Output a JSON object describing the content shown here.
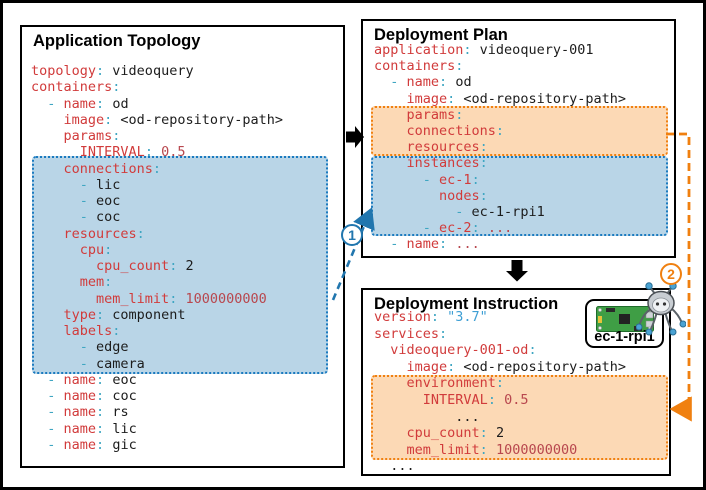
{
  "boxes": {
    "app_topology": {
      "title": "Application Topology",
      "code": [
        [
          [
            "k",
            "topology"
          ],
          [
            "p",
            ":"
          ],
          [
            "v",
            " videoquery"
          ]
        ],
        [
          [
            "k",
            "containers"
          ],
          [
            "p",
            ":"
          ]
        ],
        [
          [
            "v",
            "  "
          ],
          [
            "p",
            "- "
          ],
          [
            "k",
            "name"
          ],
          [
            "p",
            ":"
          ],
          [
            "v",
            " od"
          ]
        ],
        [
          [
            "v",
            "    "
          ],
          [
            "k",
            "image"
          ],
          [
            "p",
            ":"
          ],
          [
            "v",
            " <od-repository-path>"
          ]
        ],
        [
          [
            "v",
            "    "
          ],
          [
            "k",
            "params"
          ],
          [
            "p",
            ":"
          ]
        ],
        [
          [
            "v",
            "      "
          ],
          [
            "k",
            "INTERVAL"
          ],
          [
            "p",
            ":"
          ],
          [
            "n",
            " 0.5"
          ]
        ],
        [
          [
            "v",
            "    "
          ],
          [
            "k",
            "connections"
          ],
          [
            "p",
            ":"
          ]
        ],
        [
          [
            "v",
            "      "
          ],
          [
            "p",
            "- "
          ],
          [
            "v",
            "lic"
          ]
        ],
        [
          [
            "v",
            "      "
          ],
          [
            "p",
            "- "
          ],
          [
            "v",
            "eoc"
          ]
        ],
        [
          [
            "v",
            "      "
          ],
          [
            "p",
            "- "
          ],
          [
            "v",
            "coc"
          ]
        ],
        [
          [
            "v",
            "    "
          ],
          [
            "k",
            "resources"
          ],
          [
            "p",
            ":"
          ]
        ],
        [
          [
            "v",
            "      "
          ],
          [
            "k",
            "cpu"
          ],
          [
            "p",
            ":"
          ]
        ],
        [
          [
            "v",
            "        "
          ],
          [
            "k",
            "cpu_count"
          ],
          [
            "p",
            ":"
          ],
          [
            "v",
            " 2"
          ]
        ],
        [
          [
            "v",
            "      "
          ],
          [
            "k",
            "mem"
          ],
          [
            "p",
            ":"
          ]
        ],
        [
          [
            "v",
            "        "
          ],
          [
            "k",
            "mem_limit"
          ],
          [
            "p",
            ":"
          ],
          [
            "n",
            " 1000000000"
          ]
        ],
        [
          [
            "v",
            "    "
          ],
          [
            "k",
            "type"
          ],
          [
            "p",
            ":"
          ],
          [
            "v",
            " component"
          ]
        ],
        [
          [
            "v",
            "    "
          ],
          [
            "k",
            "labels"
          ],
          [
            "p",
            ":"
          ]
        ],
        [
          [
            "v",
            "      "
          ],
          [
            "p",
            "- "
          ],
          [
            "v",
            "edge"
          ]
        ],
        [
          [
            "v",
            "      "
          ],
          [
            "p",
            "- "
          ],
          [
            "v",
            "camera"
          ]
        ],
        [
          [
            "v",
            "  "
          ],
          [
            "p",
            "- "
          ],
          [
            "k",
            "name"
          ],
          [
            "p",
            ":"
          ],
          [
            "v",
            " eoc"
          ]
        ],
        [
          [
            "v",
            "  "
          ],
          [
            "p",
            "- "
          ],
          [
            "k",
            "name"
          ],
          [
            "p",
            ":"
          ],
          [
            "v",
            " coc"
          ]
        ],
        [
          [
            "v",
            "  "
          ],
          [
            "p",
            "- "
          ],
          [
            "k",
            "name"
          ],
          [
            "p",
            ":"
          ],
          [
            "v",
            " rs"
          ]
        ],
        [
          [
            "v",
            "  "
          ],
          [
            "p",
            "- "
          ],
          [
            "k",
            "name"
          ],
          [
            "p",
            ":"
          ],
          [
            "v",
            " lic"
          ]
        ],
        [
          [
            "v",
            "  "
          ],
          [
            "p",
            "- "
          ],
          [
            "k",
            "name"
          ],
          [
            "p",
            ":"
          ],
          [
            "v",
            " gic"
          ]
        ]
      ]
    },
    "deployment_plan": {
      "title": "Deployment Plan",
      "code": [
        [
          [
            "k",
            "application"
          ],
          [
            "p",
            ":"
          ],
          [
            "v",
            " videoquery-001"
          ]
        ],
        [
          [
            "k",
            "containers"
          ],
          [
            "p",
            ":"
          ]
        ],
        [
          [
            "v",
            "  "
          ],
          [
            "p",
            "- "
          ],
          [
            "k",
            "name"
          ],
          [
            "p",
            ":"
          ],
          [
            "v",
            " od"
          ]
        ],
        [
          [
            "v",
            "    "
          ],
          [
            "k",
            "image"
          ],
          [
            "p",
            ":"
          ],
          [
            "v",
            " <od-repository-path>"
          ]
        ],
        [
          [
            "v",
            "    "
          ],
          [
            "k",
            "params"
          ],
          [
            "p",
            ":"
          ]
        ],
        [
          [
            "v",
            "    "
          ],
          [
            "k",
            "connections"
          ],
          [
            "p",
            ":"
          ]
        ],
        [
          [
            "v",
            "    "
          ],
          [
            "k",
            "resources"
          ],
          [
            "p",
            ":"
          ]
        ],
        [
          [
            "v",
            "    "
          ],
          [
            "k",
            "instances"
          ],
          [
            "p",
            ":"
          ]
        ],
        [
          [
            "v",
            "      "
          ],
          [
            "p",
            "- "
          ],
          [
            "k",
            "ec-1"
          ],
          [
            "p",
            ":"
          ]
        ],
        [
          [
            "v",
            "        "
          ],
          [
            "k",
            "nodes"
          ],
          [
            "p",
            ":"
          ]
        ],
        [
          [
            "v",
            "          "
          ],
          [
            "p",
            "- "
          ],
          [
            "v",
            "ec-1-rpi1"
          ]
        ],
        [
          [
            "v",
            "      "
          ],
          [
            "p",
            "- "
          ],
          [
            "k",
            "ec-2"
          ],
          [
            "p",
            ":"
          ],
          [
            "n",
            " ..."
          ]
        ],
        [
          [
            "v",
            "  "
          ],
          [
            "p",
            "- "
          ],
          [
            "k",
            "name"
          ],
          [
            "p",
            ":"
          ],
          [
            "n",
            " ..."
          ]
        ]
      ]
    },
    "deployment_instruction": {
      "title": "Deployment Instruction",
      "code": [
        [
          [
            "k",
            "version"
          ],
          [
            "p",
            ":"
          ],
          [
            "b",
            " \"3.7\""
          ]
        ],
        [
          [
            "k",
            "services"
          ],
          [
            "p",
            ":"
          ]
        ],
        [
          [
            "v",
            "  "
          ],
          [
            "k",
            "videoquery-001-od"
          ],
          [
            "p",
            ":"
          ]
        ],
        [
          [
            "v",
            "    "
          ],
          [
            "k",
            "image"
          ],
          [
            "p",
            ":"
          ],
          [
            "v",
            " <od-repository-path>"
          ]
        ],
        [
          [
            "v",
            "    "
          ],
          [
            "k",
            "environment"
          ],
          [
            "p",
            ":"
          ]
        ],
        [
          [
            "v",
            "      "
          ],
          [
            "k",
            "INTERVAL"
          ],
          [
            "p",
            ":"
          ],
          [
            "n",
            " 0.5"
          ]
        ],
        [
          [
            "v",
            "          ..."
          ]
        ],
        [
          [
            "v",
            "    "
          ],
          [
            "k",
            "cpu_count"
          ],
          [
            "p",
            ":"
          ],
          [
            "v",
            " 2"
          ]
        ],
        [
          [
            "v",
            "    "
          ],
          [
            "k",
            "mem_limit"
          ],
          [
            "p",
            ":"
          ],
          [
            "n",
            " 1000000000"
          ]
        ],
        [
          [
            "v",
            "  ..."
          ]
        ]
      ]
    }
  },
  "badge": {
    "label": "ec-1-rpi1"
  },
  "connectors": {
    "step1": {
      "label": "1",
      "color": "#2176ae"
    },
    "step2": {
      "label": "2",
      "color": "#f08010"
    }
  },
  "colors": {
    "key": "#d13b3b",
    "punct": "#3fa6c2",
    "value": "#1c1c1c",
    "number": "#b8474e",
    "string": "#3f9fd4",
    "highlight_blue": "#b9d5e7",
    "highlight_blue_border": "#1a7abf",
    "highlight_orange": "#fcd9b5",
    "highlight_orange_border": "#f08010"
  }
}
